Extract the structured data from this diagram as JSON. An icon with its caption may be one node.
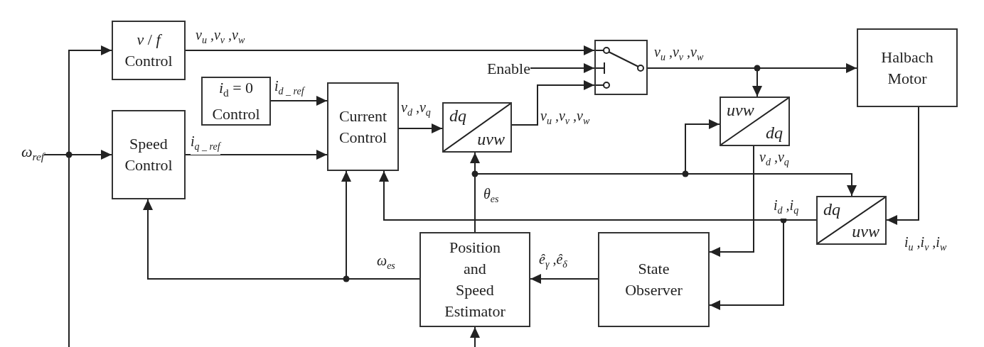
{
  "diagram": {
    "nodes": [
      {
        "text": [
          "*v* / *f* Control"
        ]
      },
      {
        "text": [
          "*i*$_{d}$ = 0 Control"
        ]
      },
      {
        "text": [
          "Speed Control"
        ]
      },
      {
        "text": [
          "Current Control"
        ]
      },
      {
        "text": [
          "dq",
          "uvw"
        ]
      },
      {
        "text": [],
        "shape": "box"
      },
      {
        "text": [
          "Halbach Motor"
        ]
      },
      {
        "text": [
          "uvw",
          "dq"
        ]
      },
      {
        "text": [
          "dq",
          "uvw"
        ]
      },
      {
        "text": [
          "Position and Speed Estimator"
        ]
      },
      {
        "text": [
          "State Observer"
        ]
      },
      {
        "text": [
          "ω$_{ref}$"
        ]
      },
      {
        "text": [
          "Enable"
        ]
      }
    ],
    "edges": [
      {
        "from": 11,
        "to": 0,
        "arrow": "to"
      },
      {
        "from": 11,
        "to": 2,
        "arrow": "to"
      },
      {
        "from": 11,
        "to": null,
        "arrow": "none"
      },
      {
        "from": 0,
        "to": 5,
        "arrow": "to",
        "label": "v$_{u}$ ,v$_{v}$ ,v$_{w}$"
      },
      {
        "from": 1,
        "to": 3,
        "arrow": "to",
        "label": "i$_{d _ ref}$"
      },
      {
        "from": 2,
        "to": 3,
        "arrow": "to",
        "label": "i$_{q _ ref}$"
      },
      {
        "from": 3,
        "to": 4,
        "arrow": "to",
        "label": "v$_{d}$ ,v$_{q}$"
      },
      {
        "from": 4,
        "to": 5,
        "arrow": "to",
        "label": "v$_{u}$ ,v$_{v}$ ,v$_{w}$"
      },
      {
        "from": 12,
        "to": 5,
        "arrow": "to"
      },
      {
        "from": 5,
        "to": 6,
        "arrow": "to",
        "label": "v$_{u}$ ,v$_{v}$ ,v$_{w}$"
      },
      {
        "from": 5,
        "to": 7,
        "arrow": "to"
      },
      {
        "from": 6,
        "to": 8,
        "arrow": "to",
        "label": "i$_{u}$ ,i$_{v}$ ,i$_{w}$"
      },
      {
        "from": 9,
        "to": 4,
        "arrow": "to",
        "label": "θ$_{es}$"
      },
      {
        "from": 9,
        "to": 7,
        "arrow": "to"
      },
      {
        "from": 9,
        "to": 8,
        "arrow": "to"
      },
      {
        "from": 8,
        "to": 3,
        "arrow": "to",
        "label": "i$_{d}$ ,i$_{q}$"
      },
      {
        "from": 8,
        "to": 10,
        "arrow": "to"
      },
      {
        "from": 7,
        "to": 10,
        "arrow": "to",
        "label": "v$_{d}$ ,v$_{q}$"
      },
      {
        "from": 10,
        "to": 9,
        "arrow": "to",
        "label": "ê$_{γ}$ ,ê$_{δ}$"
      },
      {
        "from": 9,
        "to": 2,
        "arrow": "to",
        "label": "ω$_{es}$"
      },
      {
        "from": 9,
        "to": 3,
        "arrow": "to"
      },
      {
        "from": null,
        "to": 9,
        "arrow": "to"
      }
    ]
  }
}
